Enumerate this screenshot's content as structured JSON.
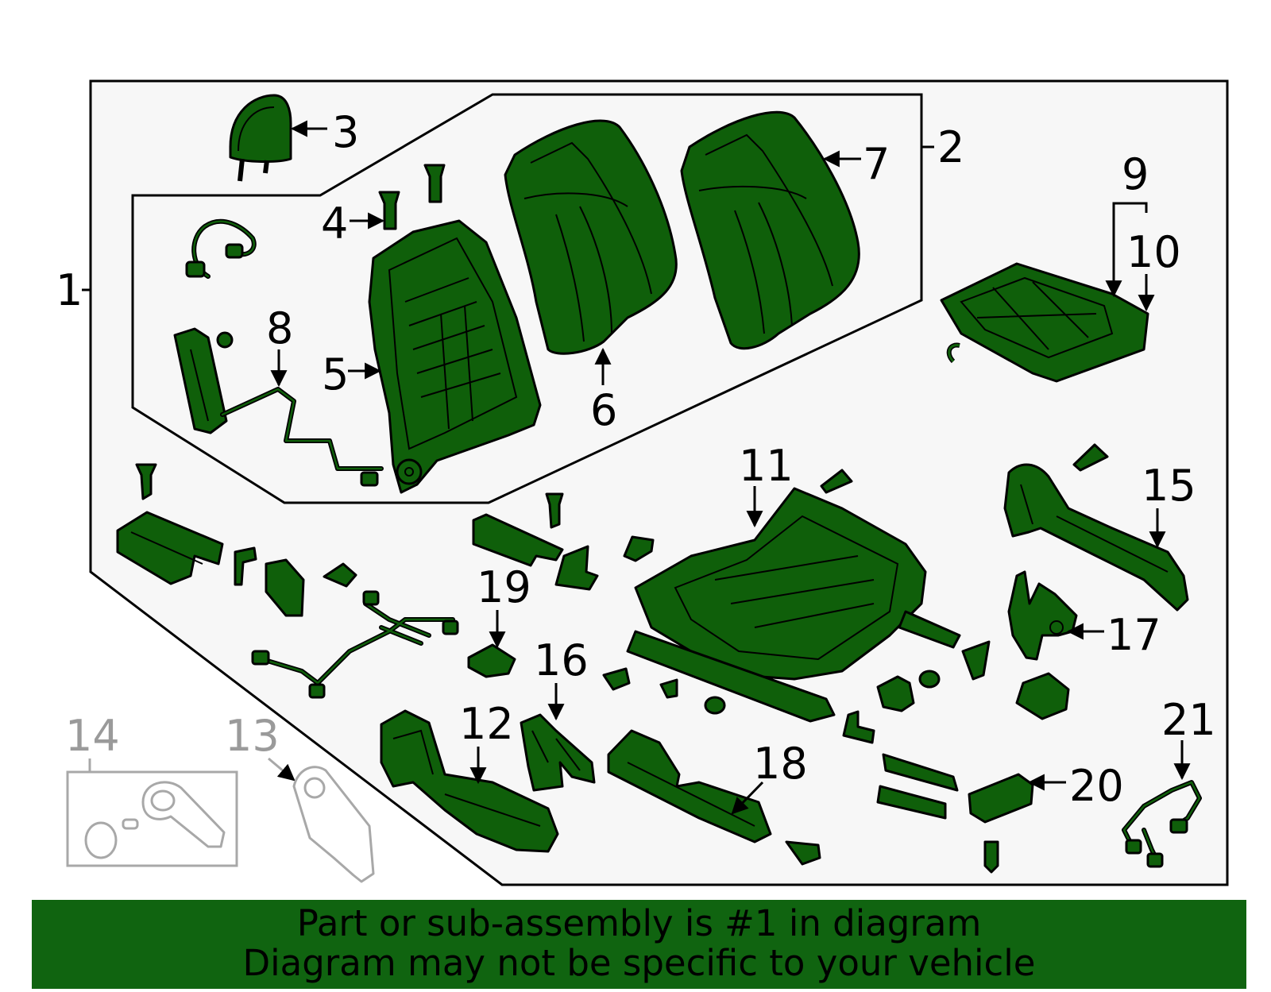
{
  "callouts": {
    "c1": "1",
    "c2": "2",
    "c3": "3",
    "c4": "4",
    "c5": "5",
    "c6": "6",
    "c7": "7",
    "c8": "8",
    "c9": "9",
    "c10": "10",
    "c11": "11",
    "c12": "12",
    "c13": "13",
    "c14": "14",
    "c15": "15",
    "c16": "16",
    "c17": "17",
    "c18": "18",
    "c19": "19",
    "c20": "20",
    "c21": "21"
  },
  "banner": {
    "line1": "Part or sub-assembly is #1 in diagram",
    "line2": "Diagram may not be specific to your vehicle"
  },
  "colors": {
    "part_fill": "#0f5f0a",
    "banner_bg": "#106410",
    "panel_bg": "#f7f7f7",
    "ghost_parts": "#a8a8a8"
  }
}
